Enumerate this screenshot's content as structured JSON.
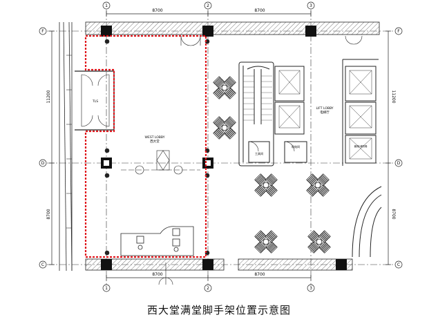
{
  "caption": "西大堂满堂脚手架位置示意图",
  "grid": {
    "columns": [
      "1",
      "2",
      "3"
    ],
    "rows": [
      "F",
      "D",
      "C"
    ],
    "spans_top": [
      "8700",
      "8700"
    ],
    "spans_bottom": [
      "8700",
      "8700"
    ],
    "span_left_upper": "11200",
    "span_left_lower": "8700",
    "span_right_upper": "11200",
    "span_right_lower": "8700"
  },
  "rooms": {
    "west_lobby_en": "WEST LOBBY",
    "west_lobby_cn": "西大堂",
    "lift_lobby_en": "LIFT LOBBY",
    "lift_lobby_cn": "电梯厅",
    "small_room": "TLS",
    "service_1": "工具间",
    "service_2": "机电间",
    "lift_label": "客梯/消防梯"
  },
  "colors": {
    "scaffold_boundary": "#e0151b",
    "wall_hatch": "#7a7a7a",
    "line": "#111111"
  }
}
